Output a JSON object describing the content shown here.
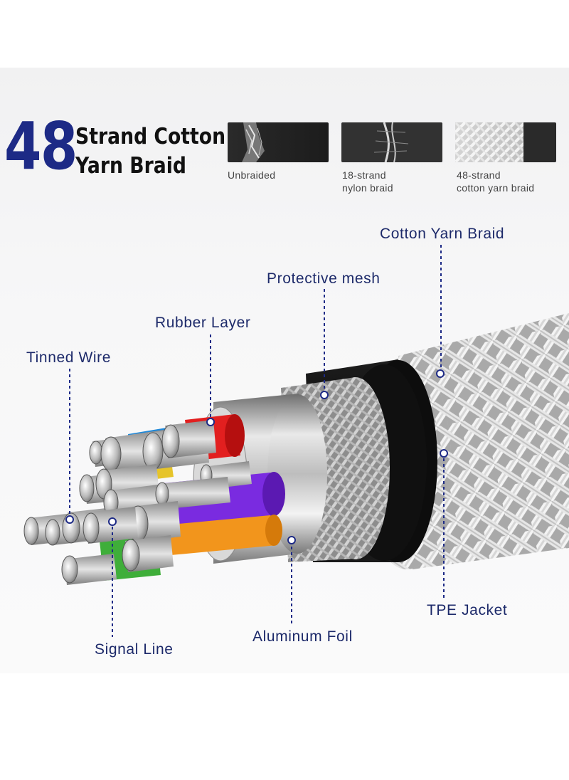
{
  "header": {
    "number": "48",
    "title_line1": "Strand Cotton",
    "title_line2": "Yarn Braid",
    "brand_color": "#1d2a86"
  },
  "comparisons": [
    {
      "caption": "Unbraided",
      "icon": "frayed-cable-end-photo"
    },
    {
      "caption": "18-strand\nnylon braid",
      "icon": "nylon-braid-photo"
    },
    {
      "caption": "48-strand\ncotton yarn braid",
      "icon": "cotton-braid-photo"
    }
  ],
  "callouts": {
    "cotton_yarn_braid": "Cotton Yarn Braid",
    "protective_mesh": "Protective mesh",
    "rubber_layer": "Rubber Layer",
    "tinned_wire": "Tinned Wire",
    "tpe_jacket": "TPE Jacket",
    "aluminum_foil": "Aluminum Foil",
    "signal_line": "Signal Line"
  },
  "core_colors": [
    "#1e88d9",
    "#e21f1f",
    "#e6c42a",
    "#7a2be0",
    "#f2951c",
    "#3fae3a"
  ]
}
